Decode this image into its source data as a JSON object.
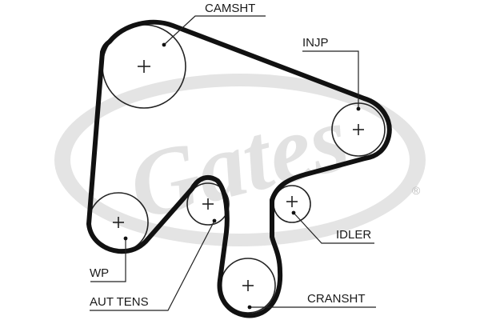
{
  "watermark": {
    "brand": "Gates",
    "registered": "®",
    "color": "#e2e2e2"
  },
  "diagram": {
    "belt_color": "#111111",
    "pulleys": [
      {
        "id": "camsht",
        "label": "CAMSHT"
      },
      {
        "id": "injp",
        "label": "INJP"
      },
      {
        "id": "wp",
        "label": "WP"
      },
      {
        "id": "aut_tens",
        "label": "AUT TENS"
      },
      {
        "id": "idler",
        "label": "IDLER"
      },
      {
        "id": "cransht",
        "label": "CRANSHT"
      }
    ]
  }
}
